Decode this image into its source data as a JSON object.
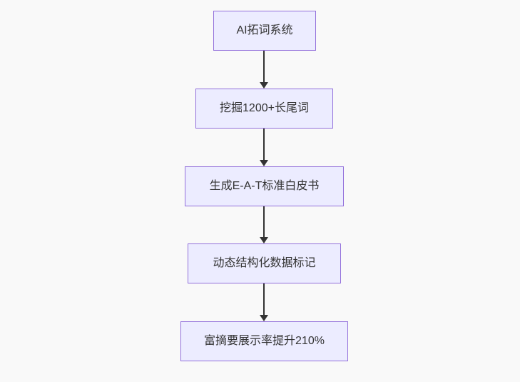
{
  "diagram": {
    "type": "flowchart-vertical",
    "nodes": [
      {
        "id": "n1",
        "label": "AI拓词系统"
      },
      {
        "id": "n2",
        "label": "挖掘1200+长尾词"
      },
      {
        "id": "n3",
        "label": "生成E-A-T标准白皮书"
      },
      {
        "id": "n4",
        "label": "动态结构化数据标记"
      },
      {
        "id": "n5",
        "label": "富摘要展示率提升210%"
      }
    ],
    "edges": [
      {
        "from": "n1",
        "to": "n2"
      },
      {
        "from": "n2",
        "to": "n3"
      },
      {
        "from": "n3",
        "to": "n4"
      },
      {
        "from": "n4",
        "to": "n5"
      }
    ],
    "colors": {
      "background": "#f9f9f9",
      "node_fill": "#ECECFF",
      "node_border": "#9370DB",
      "text": "#333333",
      "arrow": "#333333"
    }
  }
}
